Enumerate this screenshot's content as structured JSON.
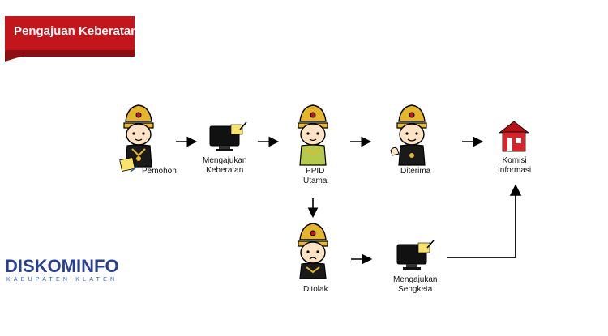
{
  "header": {
    "title": "Pengajuan Keberatan"
  },
  "nodes": {
    "pemohon": "Pemohon",
    "mengajukan_keberatan": [
      "Mengajukan",
      "Keberatan"
    ],
    "ppid": [
      "PPID",
      "Utama"
    ],
    "diterima": "Diterima",
    "komisi": [
      "Komisi",
      "Informasi"
    ],
    "ditolak": "Ditolak",
    "mengajukan_sengketa": [
      "Mengajukan",
      "Sengketa"
    ]
  },
  "logo": {
    "name": "DISKOMINFO",
    "subtitle": "KABUPATEN KLATEN"
  },
  "colors": {
    "banner": "#c0161c",
    "banner_shadow": "#8c0f13",
    "house": "#d7262b",
    "logo": "#2a3f8f"
  }
}
